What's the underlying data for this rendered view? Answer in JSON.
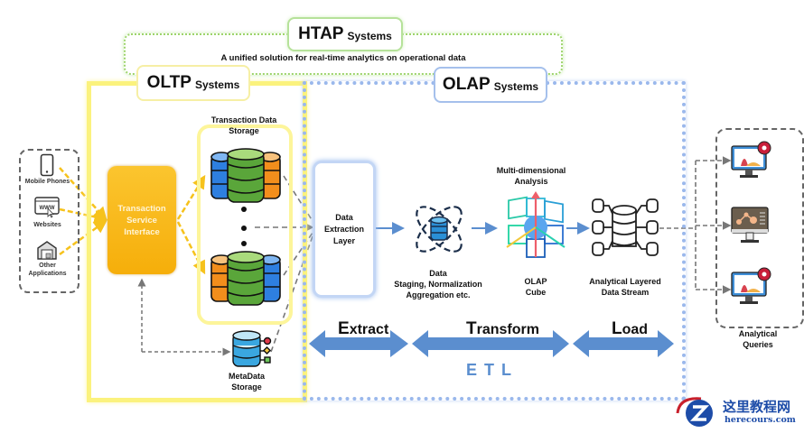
{
  "htap": {
    "title_main": "HTAP",
    "title_suffix": "Systems",
    "subtitle": "A unified solution for real-time analytics on operational data",
    "border_color": "#9dd46b"
  },
  "oltp": {
    "title_main": "OLTP",
    "title_suffix": "Systems",
    "border_color": "#fbf27d"
  },
  "olap": {
    "title_main": "OLAP",
    "title_suffix": "Systems",
    "border_color": "#9ab8ec"
  },
  "sources": [
    {
      "label": "Mobile Phones",
      "icon": "mobile-phone-icon"
    },
    {
      "label": "Websites",
      "icon": "website-icon"
    },
    {
      "label": "Other",
      "label2": "Applications",
      "icon": "warehouse-icon"
    }
  ],
  "tsi": {
    "line1": "Transaction",
    "line2": "Service",
    "line3": "Interface",
    "color": "#f9b916"
  },
  "tds": {
    "line1": "Transaction Data",
    "line2": "Storage"
  },
  "meta": {
    "line1": "MetaData",
    "line2": "Storage"
  },
  "del": {
    "line1": "Data",
    "line2": "Extraction",
    "line3": "Layer"
  },
  "staging": {
    "line1": "Data",
    "line2": "Staging, Normalization",
    "line3": "Aggregation etc."
  },
  "mda": {
    "line1": "Multi-dimensional",
    "line2": "Analysis"
  },
  "cube": {
    "line1": "OLAP",
    "line2": "Cube"
  },
  "stream": {
    "line1": "Analytical Layered",
    "line2": "Data Stream"
  },
  "etl": {
    "extract_cap": "E",
    "extract_rest": "xtract",
    "transform_cap": "T",
    "transform_rest": "ransform",
    "load_cap": "L",
    "load_rest": "oad",
    "label": "ETL",
    "arrow_color": "#5b8ecf"
  },
  "queries": {
    "line1": "Analytical",
    "line2": "Queries"
  },
  "watermark": {
    "cn": "这里教程网",
    "en": "herecours.com"
  }
}
